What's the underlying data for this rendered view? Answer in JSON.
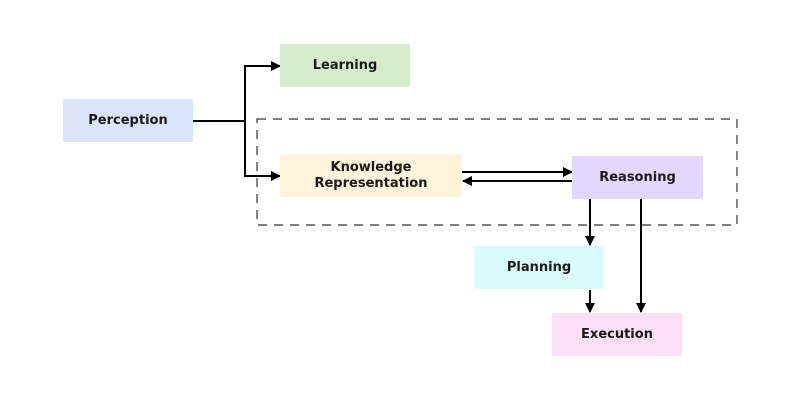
{
  "diagram": {
    "nodes": {
      "perception": {
        "label": "Perception",
        "color": "#dae4fb"
      },
      "learning": {
        "label": "Learning",
        "color": "#d4ebcc"
      },
      "knowledge": {
        "label": "Knowledge Representation",
        "line1": "Knowledge",
        "line2": "Representation",
        "color": "#fdf3da"
      },
      "reasoning": {
        "label": "Reasoning",
        "color": "#e1d8fb"
      },
      "planning": {
        "label": "Planning",
        "color": "#d9fbfa"
      },
      "execution": {
        "label": "Execution",
        "color": "#fadff5"
      }
    },
    "edges": [
      {
        "from": "Perception",
        "to": "Learning"
      },
      {
        "from": "Perception",
        "to": "Knowledge Representation"
      },
      {
        "from": "Knowledge Representation",
        "to": "Reasoning"
      },
      {
        "from": "Reasoning",
        "to": "Knowledge Representation"
      },
      {
        "from": "Reasoning",
        "to": "Planning"
      },
      {
        "from": "Planning",
        "to": "Execution"
      },
      {
        "from": "Reasoning",
        "to": "Execution"
      }
    ],
    "group": {
      "label": "",
      "members": [
        "Knowledge Representation",
        "Reasoning"
      ],
      "style": "dashed"
    }
  }
}
